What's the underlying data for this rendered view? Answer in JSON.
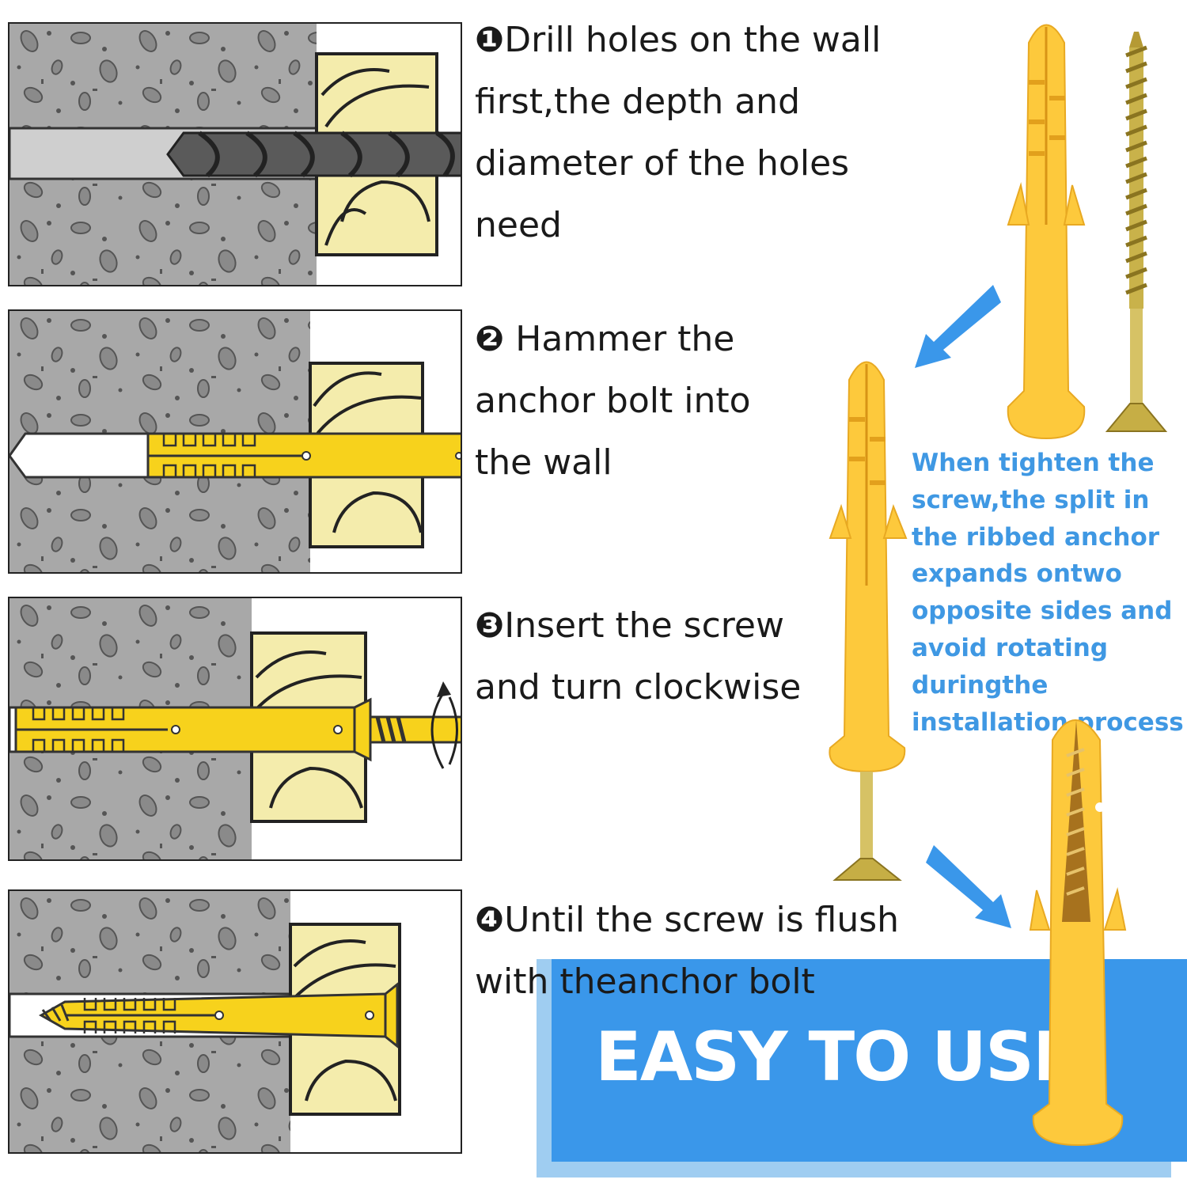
{
  "steps": [
    {
      "num": "❶",
      "text": "Drill holes on the wall first,the depth and diameter of the holes need"
    },
    {
      "num": "❷",
      "text": " Hammer the anchor bolt into the wall"
    },
    {
      "num": "❸",
      "text": "Insert the screw and turn clockwise"
    },
    {
      "num": "❹",
      "text": "Until the screw is flush with theanchor bolt"
    }
  ],
  "note": "When tighten the screw,the split in the ribbed anchor expands ontwo opposite sides and avoid rotating duringthe installation process",
  "banner": "EASY TO USE",
  "colors": {
    "concrete": "#a8a8a8",
    "wood": "#f4ecac",
    "anchor_yellow": "#f7d21c",
    "product_yellow": "#fdc93c",
    "accent_blue": "#3a97ea",
    "note_blue": "#3f98e3"
  },
  "icons": [
    "drill-bit-icon",
    "anchor-icon",
    "screw-icon",
    "rotate-clockwise-icon",
    "arrow-icon"
  ]
}
